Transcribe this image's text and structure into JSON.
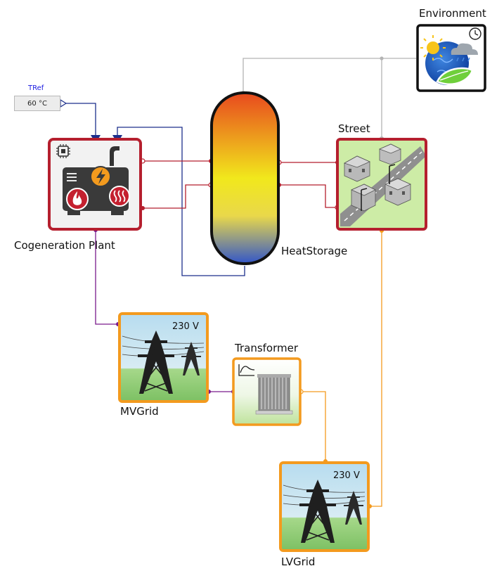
{
  "components": {
    "tref": {
      "label": "TRef",
      "value": "60 °C"
    },
    "cogeneration": {
      "label": "Cogeneration Plant",
      "icons": [
        "chip-icon",
        "chimney-icon",
        "lightning-icon",
        "flame-icon",
        "heat-icon"
      ]
    },
    "heat_storage": {
      "label": "HeatStorage"
    },
    "street": {
      "label": "Street"
    },
    "environment": {
      "label": "Environment",
      "icons": [
        "sun-icon",
        "cloud-icon",
        "clock-icon",
        "leaf-icon",
        "globe-icon"
      ]
    },
    "mv_grid": {
      "label": "MVGrid",
      "voltage": "230 V"
    },
    "transformer": {
      "label": "Transformer"
    },
    "lv_grid": {
      "label": "LVGrid",
      "voltage": "230 V"
    }
  },
  "colors": {
    "thermal": "#b51f2e",
    "signal": "#1c2f8c",
    "electric_ac": "#7a1a8c",
    "electric_lv": "#f39a1e",
    "weather": "#b4b4b4",
    "cogen_border": "#b51f2e",
    "grid_border": "#f39a1e",
    "env_border": "#111111"
  }
}
